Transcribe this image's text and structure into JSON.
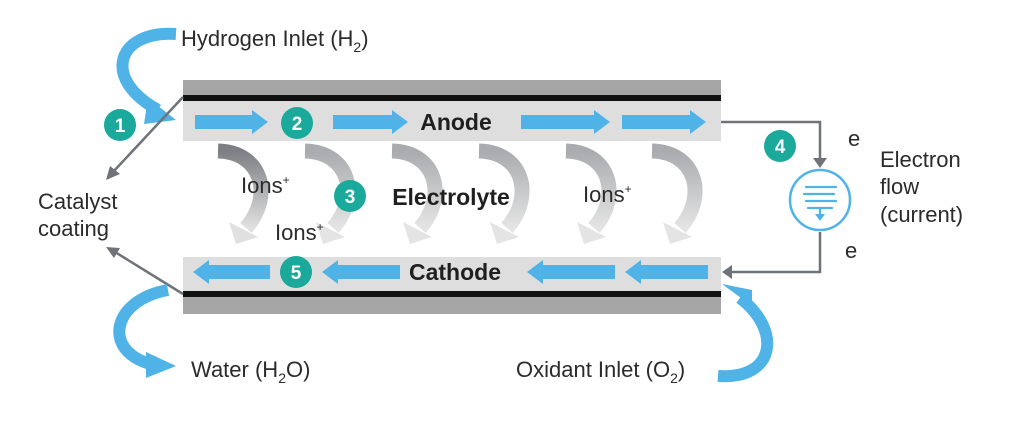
{
  "labels": {
    "hydrogen_inlet": "Hydrogen Inlet (H",
    "hydrogen_inlet_sub": "2",
    "hydrogen_inlet_end": ")",
    "catalyst_line1": "Catalyst",
    "catalyst_line2": "coating",
    "anode": "Anode",
    "electrolyte": "Electrolyte",
    "cathode": "Cathode",
    "ions": "Ions",
    "ions_sup": "+",
    "electron_e": "e",
    "electron_flow_line1": "Electron",
    "electron_flow_line2": "flow",
    "electron_flow_line3": "(current)",
    "water": "Water (H",
    "water_sub": "2",
    "water_end": "O)",
    "oxidant": "Oxidant Inlet (O",
    "oxidant_sub": "2",
    "oxidant_end": ")"
  },
  "steps": [
    "1",
    "2",
    "3",
    "4",
    "5"
  ],
  "icons": {
    "inlet_arrow": "curved-arrow-icon",
    "ion_arrow": "curved-arrow-icon",
    "flow_arrow": "right-arrow-icon",
    "current": "current-meter-icon"
  },
  "colors": {
    "flow_blue": "#4fb3e8",
    "step_teal": "#1aa99b",
    "ion_dark": "#7c7f83",
    "ion_light": "#d9d9d9",
    "plate_gray": "#a6a6a6",
    "layer_gray": "#dedede",
    "wire_gray": "#6f7378"
  }
}
